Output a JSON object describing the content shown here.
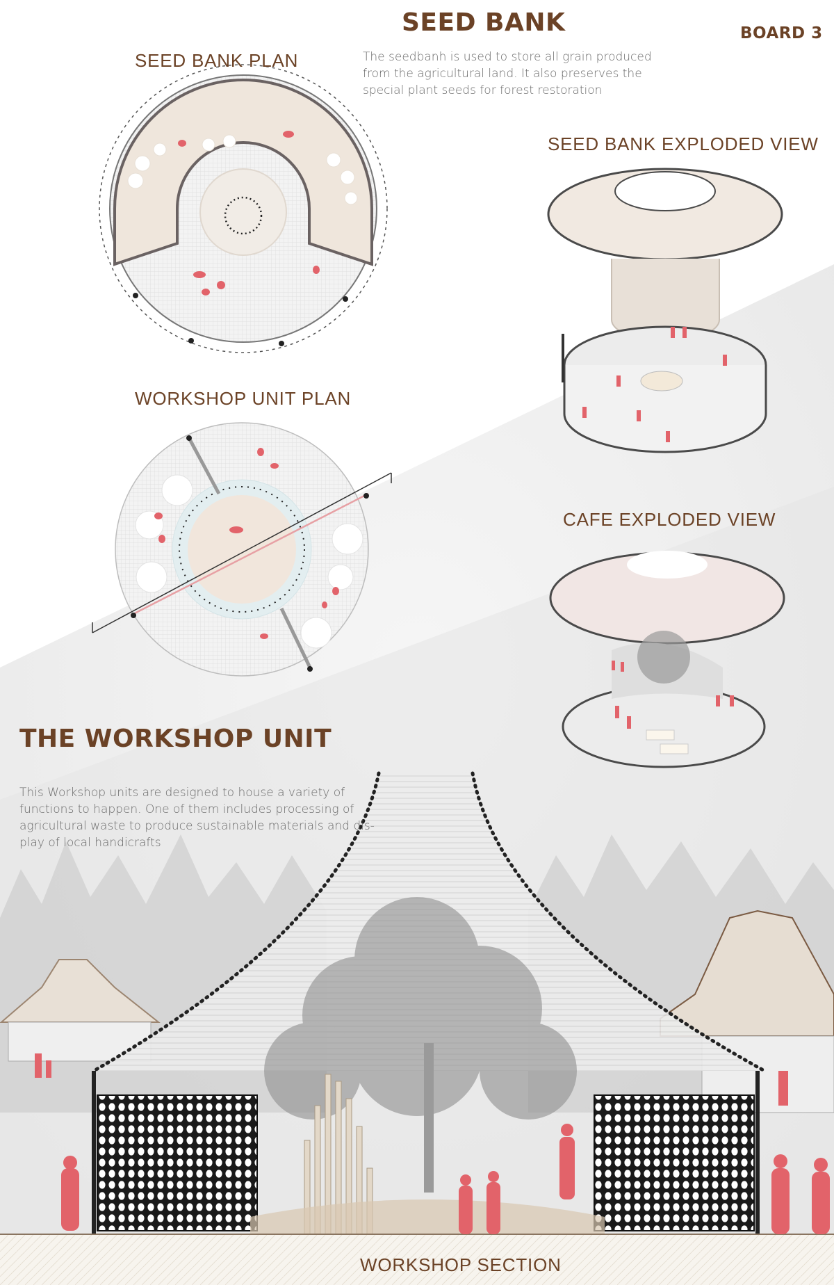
{
  "board": {
    "title": "SEED BANK",
    "board_label": "BOARD 3"
  },
  "seed_bank": {
    "plan_label": "SEED BANK PLAN",
    "description_lines": [
      "The seedbanh is used to store all grain produced",
      "from the agricultural land. It also preserves the",
      "special plant seeds for forest restoration"
    ],
    "exploded_label": "SEED BANK EXPLODED VIEW"
  },
  "workshop": {
    "plan_label": "WORKSHOP UNIT PLAN",
    "title": "THE WORKSHOP UNIT",
    "description_lines": [
      "This Workshop units are designed to house a variety of",
      "functions to happen. One of them includes processing of",
      "agricultural waste to produce sustainable materials and dis-",
      "play of local handicrafts"
    ],
    "section_label": "WORKSHOP SECTION"
  },
  "cafe": {
    "exploded_label": "CAFE EXPLODED VIEW"
  },
  "colors": {
    "heading_brown": "#6b4226",
    "people_red": "#e2636a",
    "plan_outline": "#6a6262",
    "fog_gray": "#c9c9c9"
  }
}
